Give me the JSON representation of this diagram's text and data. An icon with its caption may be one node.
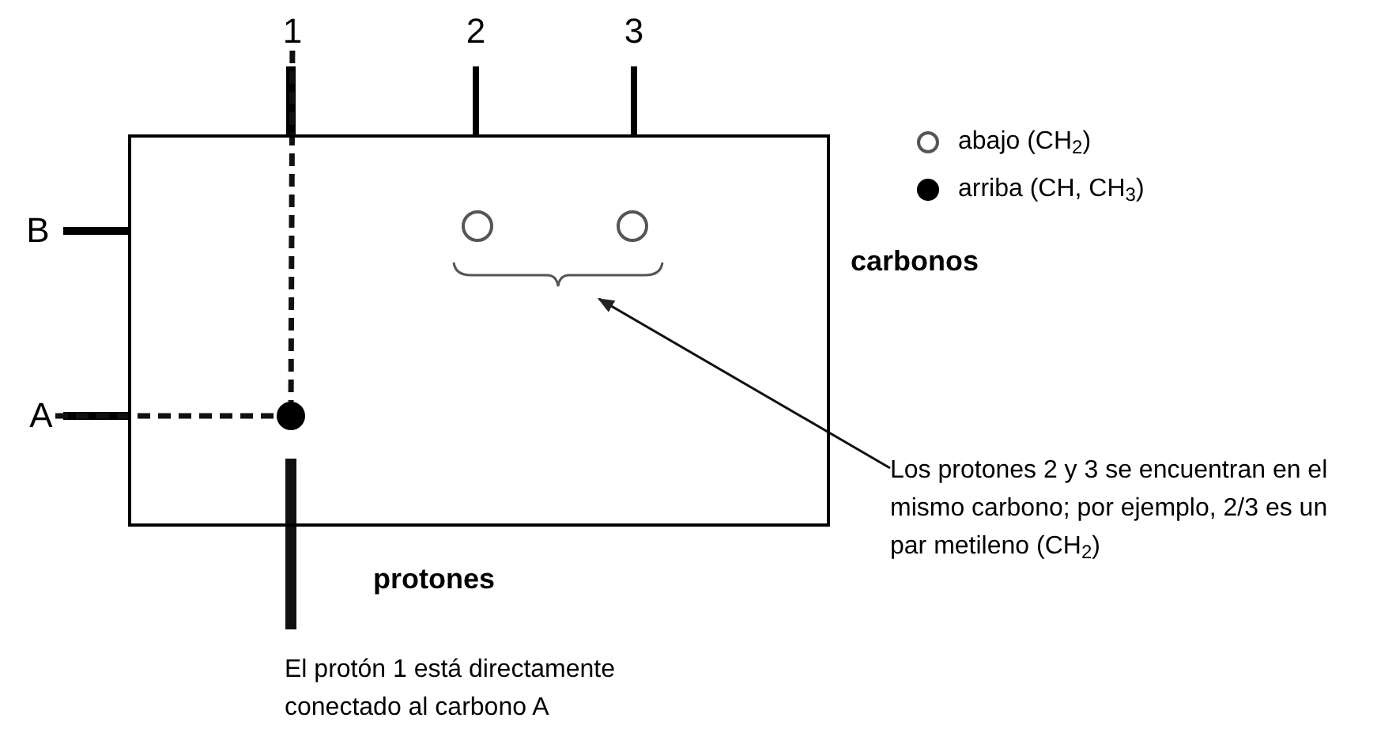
{
  "diagram": {
    "nodes": [
      {
        "text": [],
        "shape": "box"
      },
      {
        "text": [
          "1"
        ]
      },
      {
        "text": [
          "A"
        ]
      },
      {
        "text": [],
        "shape": "circle",
        "in": 0
      },
      {
        "text": [],
        "shape": "circle",
        "in": 0
      },
      {
        "text": [],
        "shape": "circle",
        "in": 0
      },
      {
        "text": [],
        "shape": "brace",
        "in": 0
      },
      {
        "text": [
          "El protón 1 está directamente conectado al carbono A"
        ]
      },
      {
        "text": [
          "Los protones 2 y 3 se encuentran en el mismo carbono; por ejemplo, 2/3 es un par metileno (CH$_{2}$)"
        ]
      }
    ],
    "edges": [
      {
        "from": 1,
        "to": 3,
        "arrow": "none",
        "style": "dashed"
      },
      {
        "from": 2,
        "to": 3,
        "arrow": "none",
        "style": "dashed"
      },
      {
        "from": 7,
        "to": 3,
        "arrow": "none",
        "style": "thick"
      },
      {
        "from": 8,
        "to": 6,
        "arrow": "to"
      }
    ],
    "labels": [
      "2",
      "3",
      "B",
      "carbonos",
      "protones"
    ],
    "legend": [
      {
        "text": "abajo (CH$_{2}$)"
      },
      {
        "text": "arriba (CH, CH$_{3}$)"
      }
    ]
  }
}
